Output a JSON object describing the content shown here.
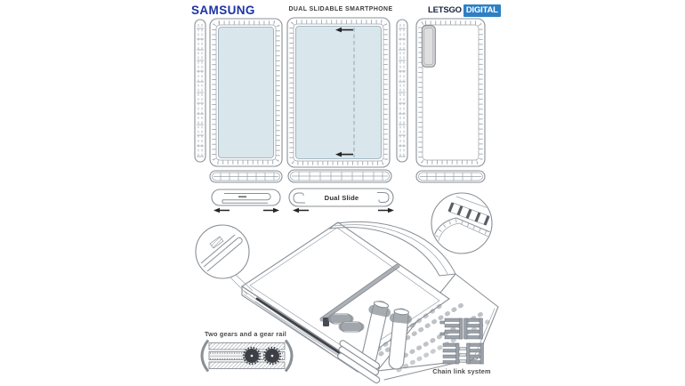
{
  "header": {
    "brand": "SAMSUNG",
    "title": "DUAL SLIDABLE SMARTPHONE",
    "publisher_bold": "LETSGO",
    "publisher_badge": "DIGITAL"
  },
  "labels": {
    "dual_slide": "Dual Slide",
    "gears": "Two gears and a gear rail",
    "chain": "Chain link system"
  },
  "colors": {
    "samsung_blue": "#1c33a4",
    "letsgo_text": "#1a2440",
    "digital_badge_bg": "#2e80c4",
    "digital_badge_text": "#ffffff",
    "screen_blue": "#d9e6ec",
    "back_body_gray": "#e4e4e5",
    "camera_gray": "#d8d8d9",
    "line_gray": "#8a9097",
    "dark_ink": "#222326"
  }
}
